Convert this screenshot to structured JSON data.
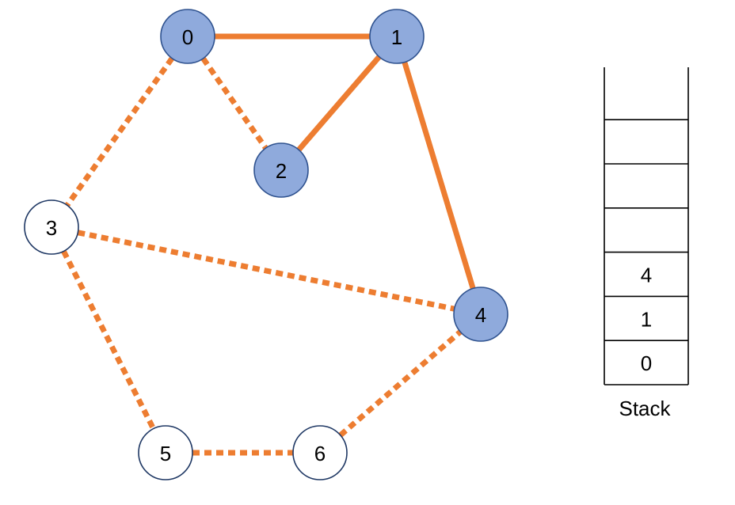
{
  "colors": {
    "edge": "#ED7D31",
    "visited_fill": "#8FAADC",
    "visited_stroke": "#2F528F",
    "unvisited_fill": "#FFFFFF",
    "unvisited_stroke": "#1F3864"
  },
  "graph": {
    "nodes": [
      {
        "id": "0",
        "label": "0",
        "visited": true
      },
      {
        "id": "1",
        "label": "1",
        "visited": true
      },
      {
        "id": "2",
        "label": "2",
        "visited": true
      },
      {
        "id": "3",
        "label": "3",
        "visited": false
      },
      {
        "id": "4",
        "label": "4",
        "visited": true
      },
      {
        "id": "5",
        "label": "5",
        "visited": false
      },
      {
        "id": "6",
        "label": "6",
        "visited": false
      }
    ],
    "edges": [
      {
        "from": "0",
        "to": "1",
        "style": "solid"
      },
      {
        "from": "1",
        "to": "2",
        "style": "solid"
      },
      {
        "from": "1",
        "to": "4",
        "style": "solid"
      },
      {
        "from": "0",
        "to": "2",
        "style": "dashed"
      },
      {
        "from": "0",
        "to": "3",
        "style": "dashed"
      },
      {
        "from": "3",
        "to": "4",
        "style": "dashed"
      },
      {
        "from": "3",
        "to": "5",
        "style": "dashed"
      },
      {
        "from": "5",
        "to": "6",
        "style": "dashed"
      },
      {
        "from": "6",
        "to": "4",
        "style": "dashed"
      }
    ]
  },
  "stack": {
    "title": "Stack",
    "slots_top_to_bottom": [
      "",
      "",
      "",
      "4",
      "1",
      "0"
    ]
  }
}
